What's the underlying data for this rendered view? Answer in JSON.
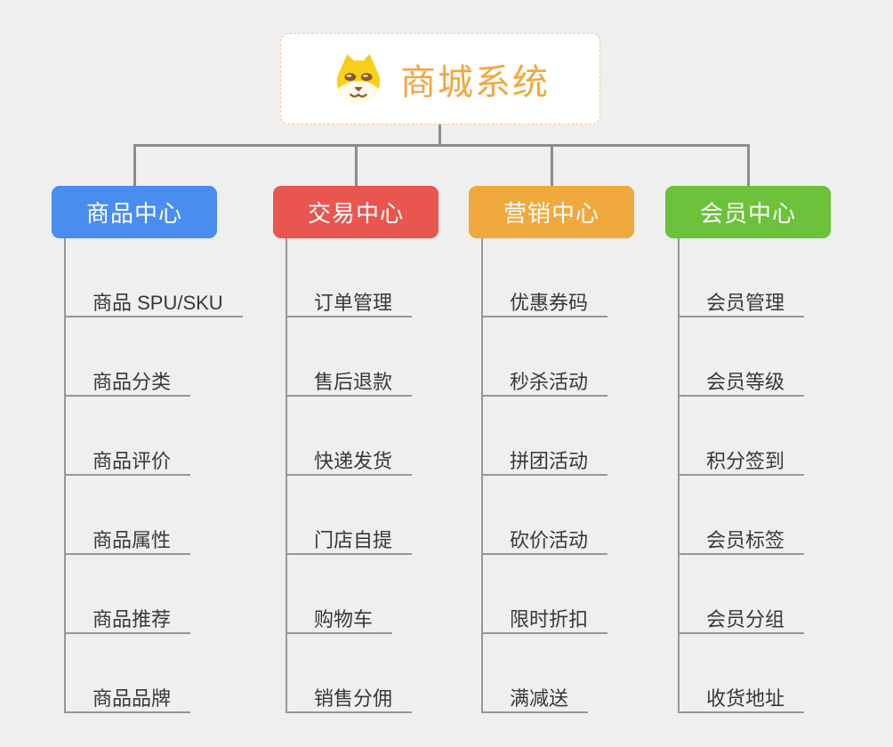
{
  "canvas": {
    "background": "#efefef",
    "connector_color": "#8c8c8c",
    "item_line_color": "#979797"
  },
  "root": {
    "label": "商城系统",
    "icon": "shiba-dog-icon",
    "text_color": "#f2a73f",
    "border_color": "#f6c77f"
  },
  "branches": [
    {
      "label": "商品中心",
      "color": "#4a8df0",
      "items": [
        "商品 SPU/SKU",
        "商品分类",
        "商品评价",
        "商品属性",
        "商品推荐",
        "商品品牌"
      ]
    },
    {
      "label": "交易中心",
      "color": "#e8564f",
      "items": [
        "订单管理",
        "售后退款",
        "快递发货",
        "门店自提",
        "购物车",
        "销售分佣"
      ]
    },
    {
      "label": "营销中心",
      "color": "#efa93c",
      "items": [
        "优惠券码",
        "秒杀活动",
        "拼团活动",
        "砍价活动",
        "限时折扣",
        "满减送"
      ]
    },
    {
      "label": "会员中心",
      "color": "#6cc23a",
      "items": [
        "会员管理",
        "会员等级",
        "积分签到",
        "会员标签",
        "会员分组",
        "收货地址"
      ]
    }
  ]
}
